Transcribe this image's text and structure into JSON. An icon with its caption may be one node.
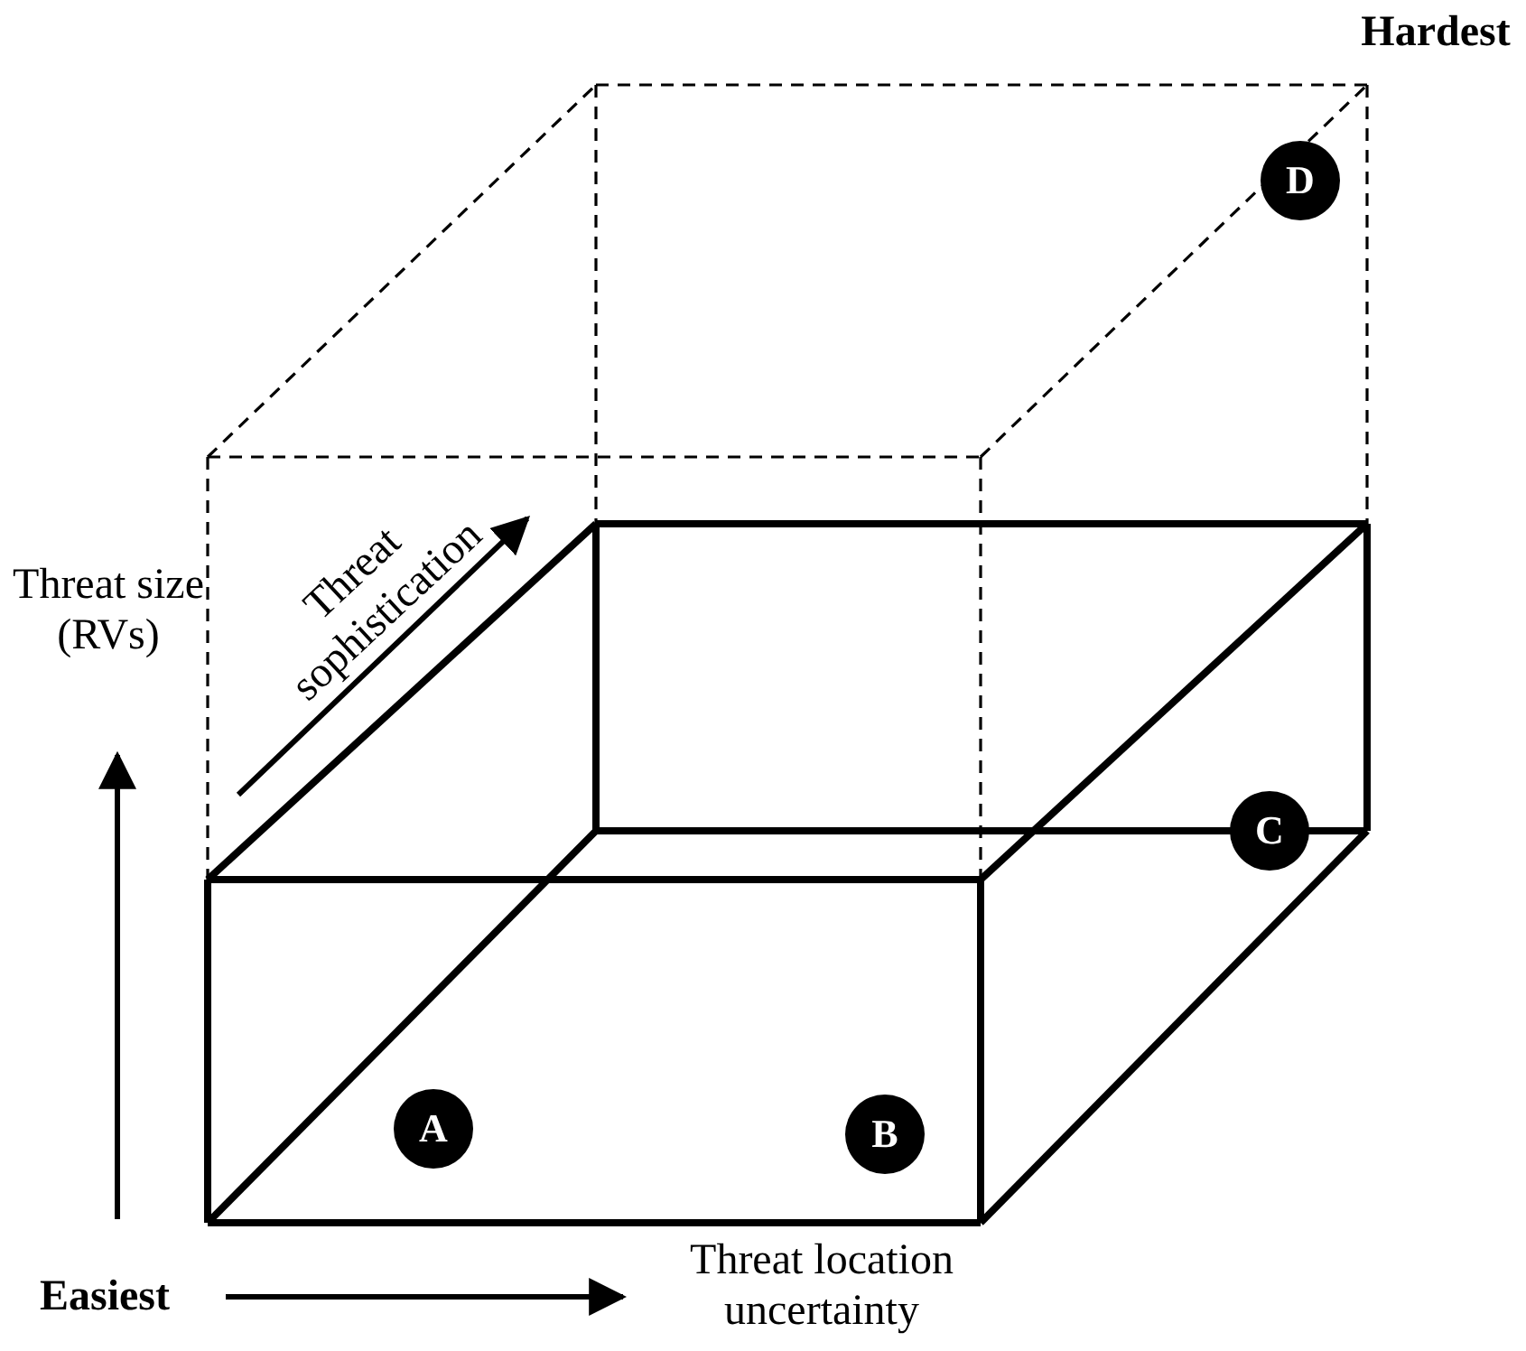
{
  "diagram": {
    "nodes": [
      {
        "text": [
          "A"
        ]
      },
      {
        "text": [
          "B"
        ]
      },
      {
        "text": [
          "C"
        ]
      },
      {
        "text": [
          "D"
        ]
      }
    ],
    "edges": [],
    "labels": [
      "Hardest",
      "Threat sophistication",
      "Threat size (RVs)",
      "Easiest",
      "Threat location uncertainty"
    ]
  }
}
